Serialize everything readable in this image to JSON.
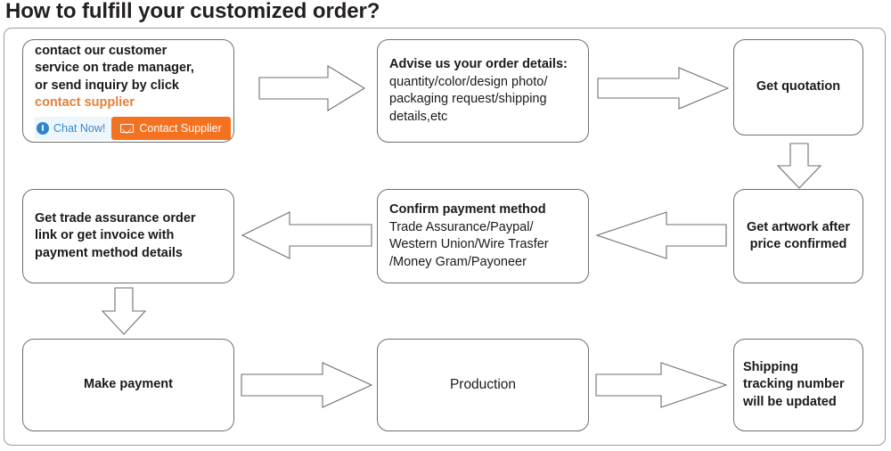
{
  "title": "How to fulfill your customized order?",
  "colors": {
    "text": "#1a1a1a",
    "title": "#231f20",
    "accent_orange": "#f3711f",
    "link_orange": "#e2813c",
    "chat_blue": "#3c87c9",
    "box_border": "#6f6f6f",
    "frame_border": "#9a9a9a"
  },
  "flow": {
    "nodes": [
      {
        "id": "contact-customer-service",
        "lines": [
          "contact our customer",
          "service on trade manager,",
          "or send inquiry by click"
        ],
        "link_line": "contact supplier",
        "buttons": {
          "chat_now": "Chat Now!",
          "contact_supplier": "Contact Supplier"
        }
      },
      {
        "id": "advise-order-details",
        "heading": "Advise us your order details:",
        "lines": [
          "quantity/color/design photo/",
          "packaging request/shipping",
          "details,etc"
        ]
      },
      {
        "id": "get-quotation",
        "lines": [
          "Get quotation"
        ]
      },
      {
        "id": "get-trade-assurance-order-link",
        "lines": [
          "Get trade assurance order",
          "link or get invoice with",
          "payment method details"
        ]
      },
      {
        "id": "confirm-payment-method",
        "heading": "Confirm payment method",
        "lines": [
          "Trade Assurance/Paypal/",
          "Western Union/Wire Trasfer",
          "/Money Gram/Payoneer"
        ]
      },
      {
        "id": "get-artwork-after-price-confirmed",
        "lines": [
          "Get artwork after",
          "price confirmed"
        ]
      },
      {
        "id": "make-payment",
        "lines": [
          "Make payment"
        ]
      },
      {
        "id": "production",
        "lines": [
          "Production"
        ]
      },
      {
        "id": "shipping-tracking-number",
        "lines": [
          "Shipping",
          "tracking number",
          "will be updated"
        ]
      }
    ],
    "connectors": [
      {
        "id": "arrow-contact-to-advise",
        "direction": "right"
      },
      {
        "id": "arrow-advise-to-quotation",
        "direction": "right"
      },
      {
        "id": "arrow-quotation-to-artwork",
        "direction": "down"
      },
      {
        "id": "arrow-artwork-to-confirm-payment",
        "direction": "left"
      },
      {
        "id": "arrow-confirm-payment-to-order-link",
        "direction": "left"
      },
      {
        "id": "arrow-order-link-to-make-payment",
        "direction": "down"
      },
      {
        "id": "arrow-make-payment-to-production",
        "direction": "right"
      },
      {
        "id": "arrow-production-to-shipping",
        "direction": "right"
      }
    ]
  }
}
